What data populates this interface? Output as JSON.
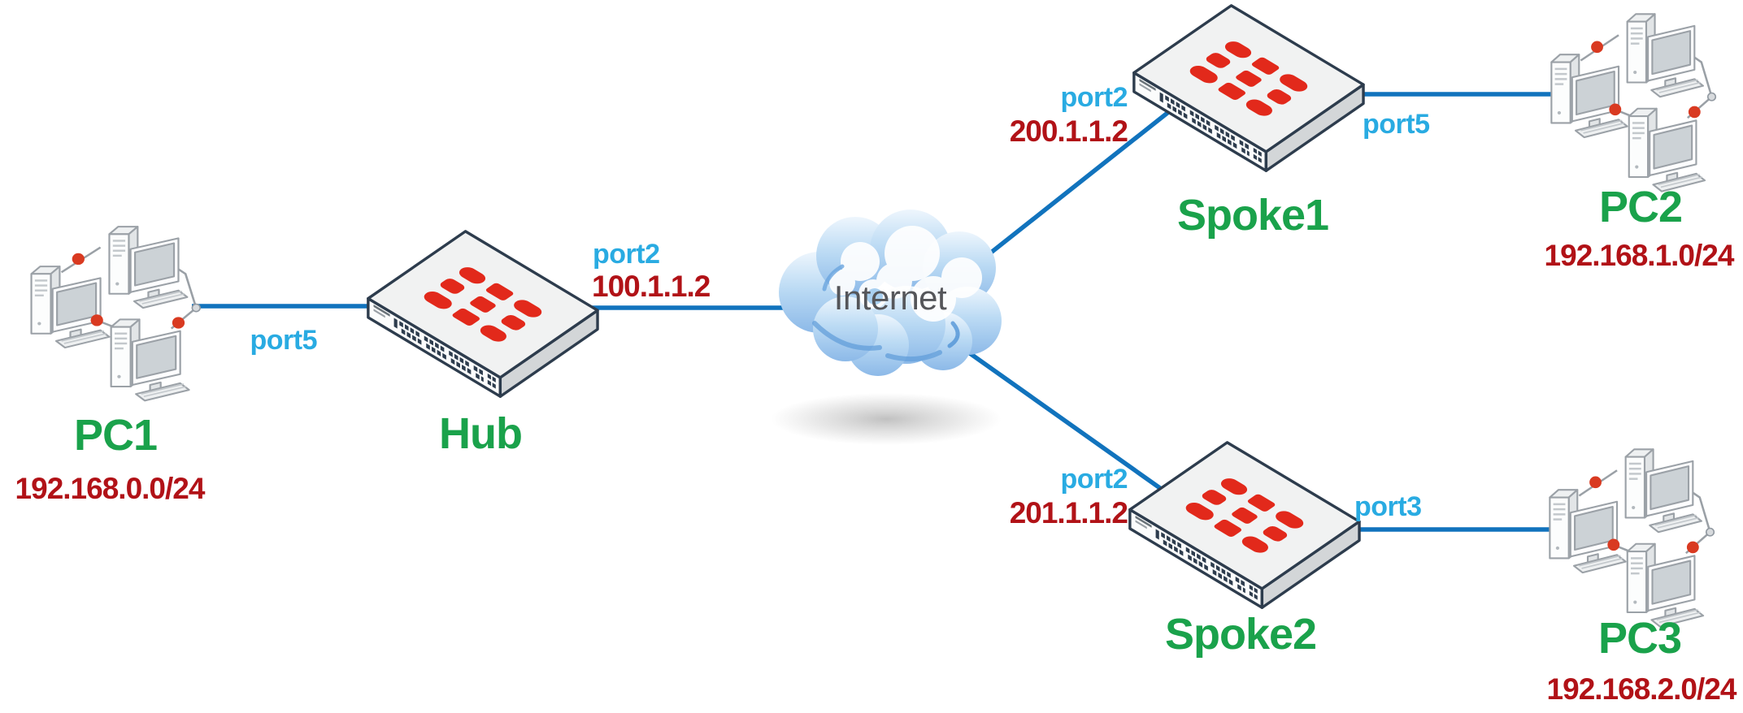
{
  "diagram": {
    "kind": "hub-and-spoke network topology",
    "internet_label": "Internet"
  },
  "nodes": {
    "pc1": {
      "label": "PC1",
      "subnet": "192.168.0.0/24",
      "icon": "workstation-cluster"
    },
    "hub": {
      "label": "Hub",
      "lan_port": "port5",
      "wan_port": "port2",
      "wan_ip": "100.1.1.2",
      "icon": "fortigate-appliance"
    },
    "spoke1": {
      "label": "Spoke1",
      "lan_port": "port5",
      "wan_port": "port2",
      "wan_ip": "200.1.1.2",
      "icon": "fortigate-appliance"
    },
    "pc2": {
      "label": "PC2",
      "subnet": "192.168.1.0/24",
      "icon": "workstation-cluster"
    },
    "spoke2": {
      "label": "Spoke2",
      "lan_port": "port3",
      "wan_port": "port2",
      "wan_ip": "201.1.1.2",
      "icon": "fortigate-appliance"
    },
    "pc3": {
      "label": "PC3",
      "subnet": "192.168.2.0/24",
      "icon": "workstation-cluster"
    }
  },
  "links": [
    {
      "from": "pc1",
      "to": "hub",
      "label_near_hub": "port5"
    },
    {
      "from": "hub",
      "to": "internet",
      "label_near_hub": "port2",
      "ip_near_hub": "100.1.1.2"
    },
    {
      "from": "internet",
      "to": "spoke1",
      "label_near_spoke": "port2",
      "ip_near_spoke": "200.1.1.2"
    },
    {
      "from": "internet",
      "to": "spoke2",
      "label_near_spoke": "port2",
      "ip_near_spoke": "201.1.1.2"
    },
    {
      "from": "spoke1",
      "to": "pc2",
      "label_near_spoke": "port5"
    },
    {
      "from": "spoke2",
      "to": "pc3",
      "label_near_spoke": "port3"
    }
  ],
  "colors": {
    "link_blue": "#1173bd",
    "port_label_cyan": "#29abe2",
    "ip_label_red": "#b11217",
    "node_label_green": "#1aa24b",
    "internet_label_gray": "#55565a",
    "fortinet_logo_red": "#e2291b",
    "lan_wire_gray": "#9aa0a6",
    "junction_dot_red": "#d93a21"
  }
}
